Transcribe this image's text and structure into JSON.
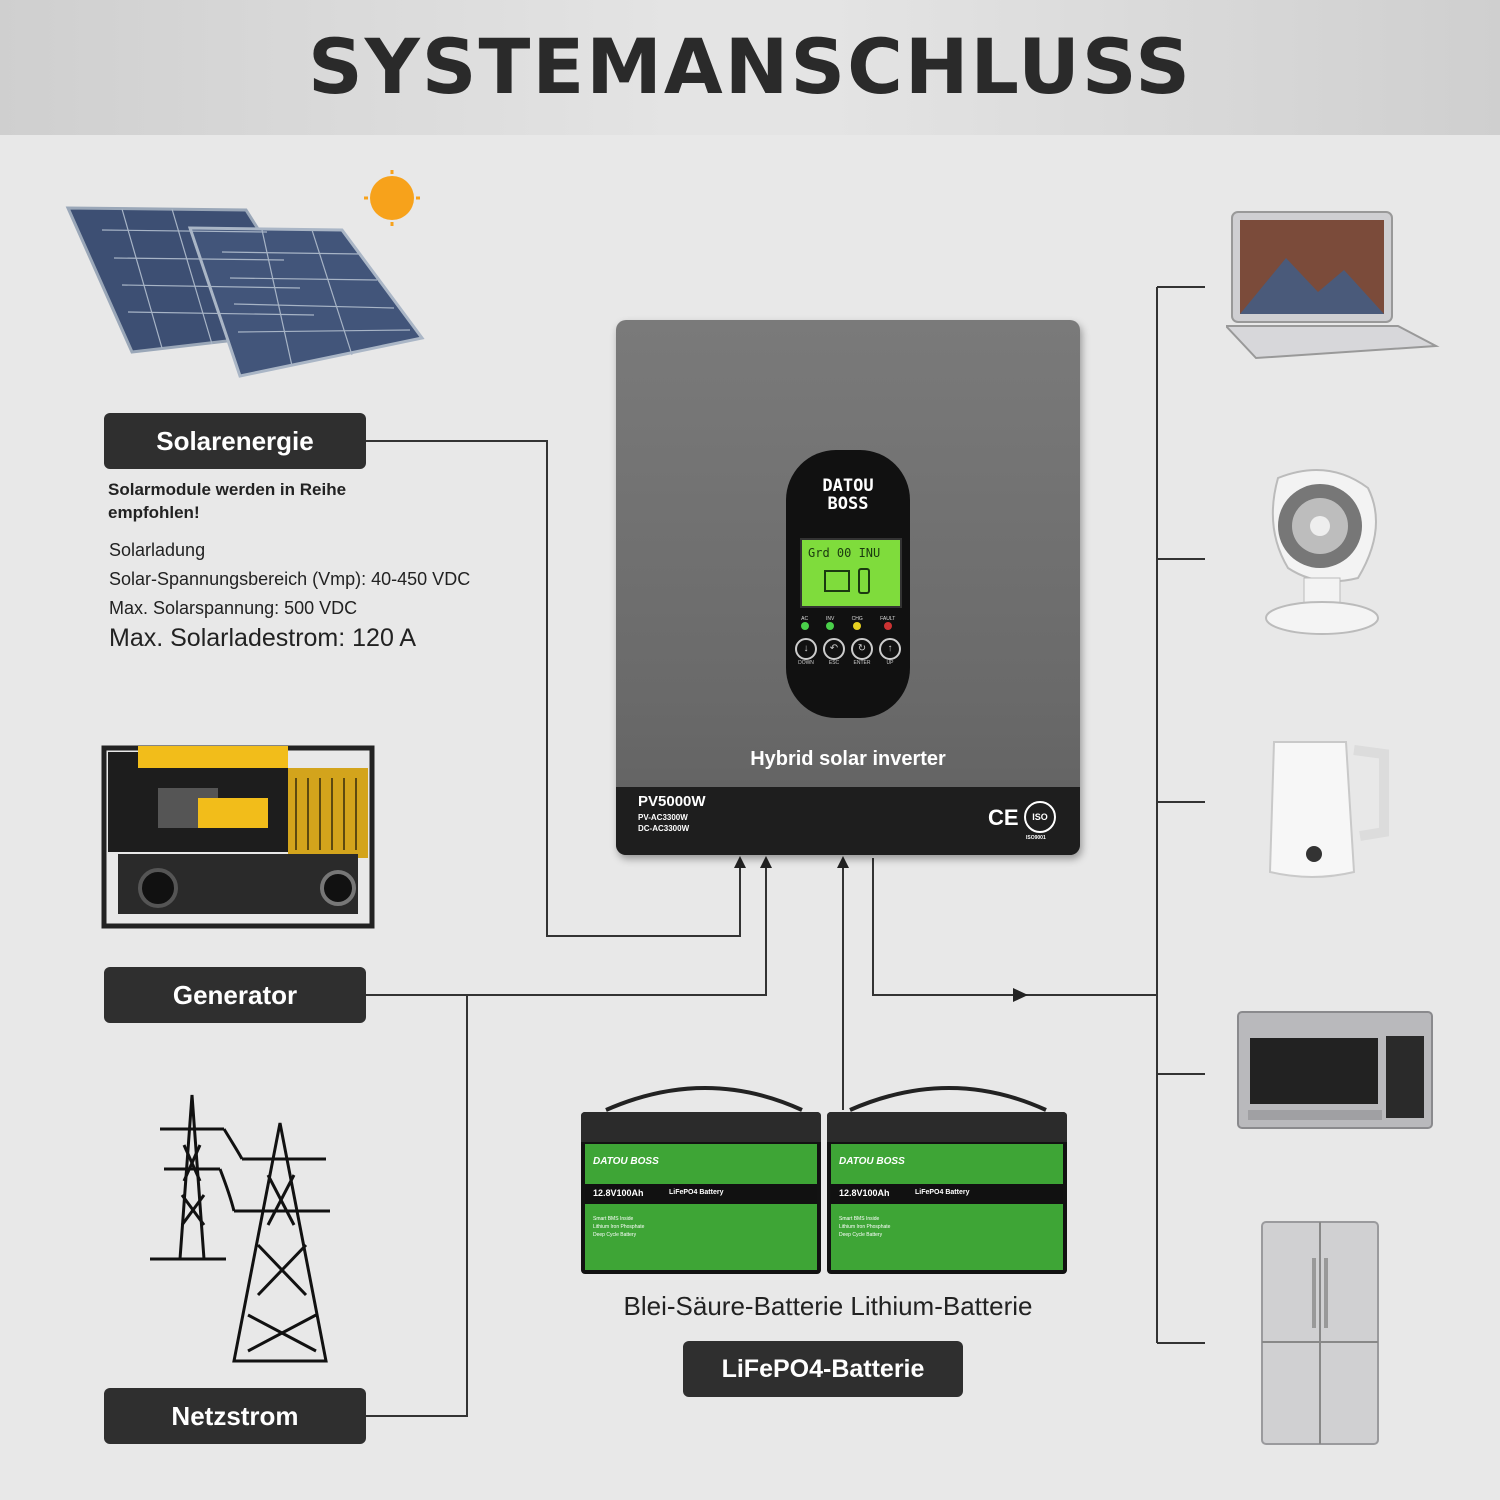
{
  "title": "SYSTEMANSCHLUSS",
  "sources": {
    "solar": {
      "label": "Solarenergie",
      "note": "Solarmodule werden in Reihe empfohlen!",
      "details": [
        "Solarladung",
        "Solar-Spannungsbereich (Vmp): 40-450 VDC",
        "Max. Solarspannung: 500 VDC"
      ],
      "highlight": "Max. Solarladestrom: 120 A"
    },
    "generator": {
      "label": "Generator"
    },
    "grid": {
      "label": "Netzstrom"
    }
  },
  "inverter": {
    "brand_top": "DATOU",
    "brand_bottom": "BOSS",
    "lcd_text": "Grd 00 INU",
    "leds": [
      "AC",
      "INV",
      "CHG",
      "FAULT"
    ],
    "buttons": [
      "DOWN",
      "ESC",
      "ENTER",
      "UP"
    ],
    "name": "Hybrid solar inverter",
    "model": "PV5000W",
    "model_sub1": "PV-AC3300W",
    "model_sub2": "DC-AC3300W",
    "cert_ce": "CE",
    "cert_iso": "ISO",
    "cert_iso_num": "ISO9001"
  },
  "batteries": {
    "units": [
      {
        "brand": "DATOU BOSS",
        "rating": "12.8V100Ah",
        "chem": "LiFePO4 Battery",
        "lines": [
          "Smart BMS Inside",
          "Lithium Iron Phosphate",
          "Deep Cycle Battery"
        ]
      },
      {
        "brand": "DATOU BOSS",
        "rating": "12.8V100Ah",
        "chem": "LiFePO4 Battery",
        "lines": [
          "Smart BMS Inside",
          "Lithium Iron Phosphate",
          "Deep Cycle Battery"
        ]
      }
    ],
    "caption": "Blei-Säure-Batterie Lithium-Batterie",
    "label": "LiFePO4-Batterie"
  },
  "loads": [
    "laptop",
    "fan",
    "kettle",
    "microwave",
    "refrigerator"
  ],
  "colors": {
    "pill": "#2f2f2f",
    "background": "#e8e8e8",
    "battery_green": "#3ea536",
    "lcd": "#7fdc3c",
    "sun": "#f7a21b"
  }
}
